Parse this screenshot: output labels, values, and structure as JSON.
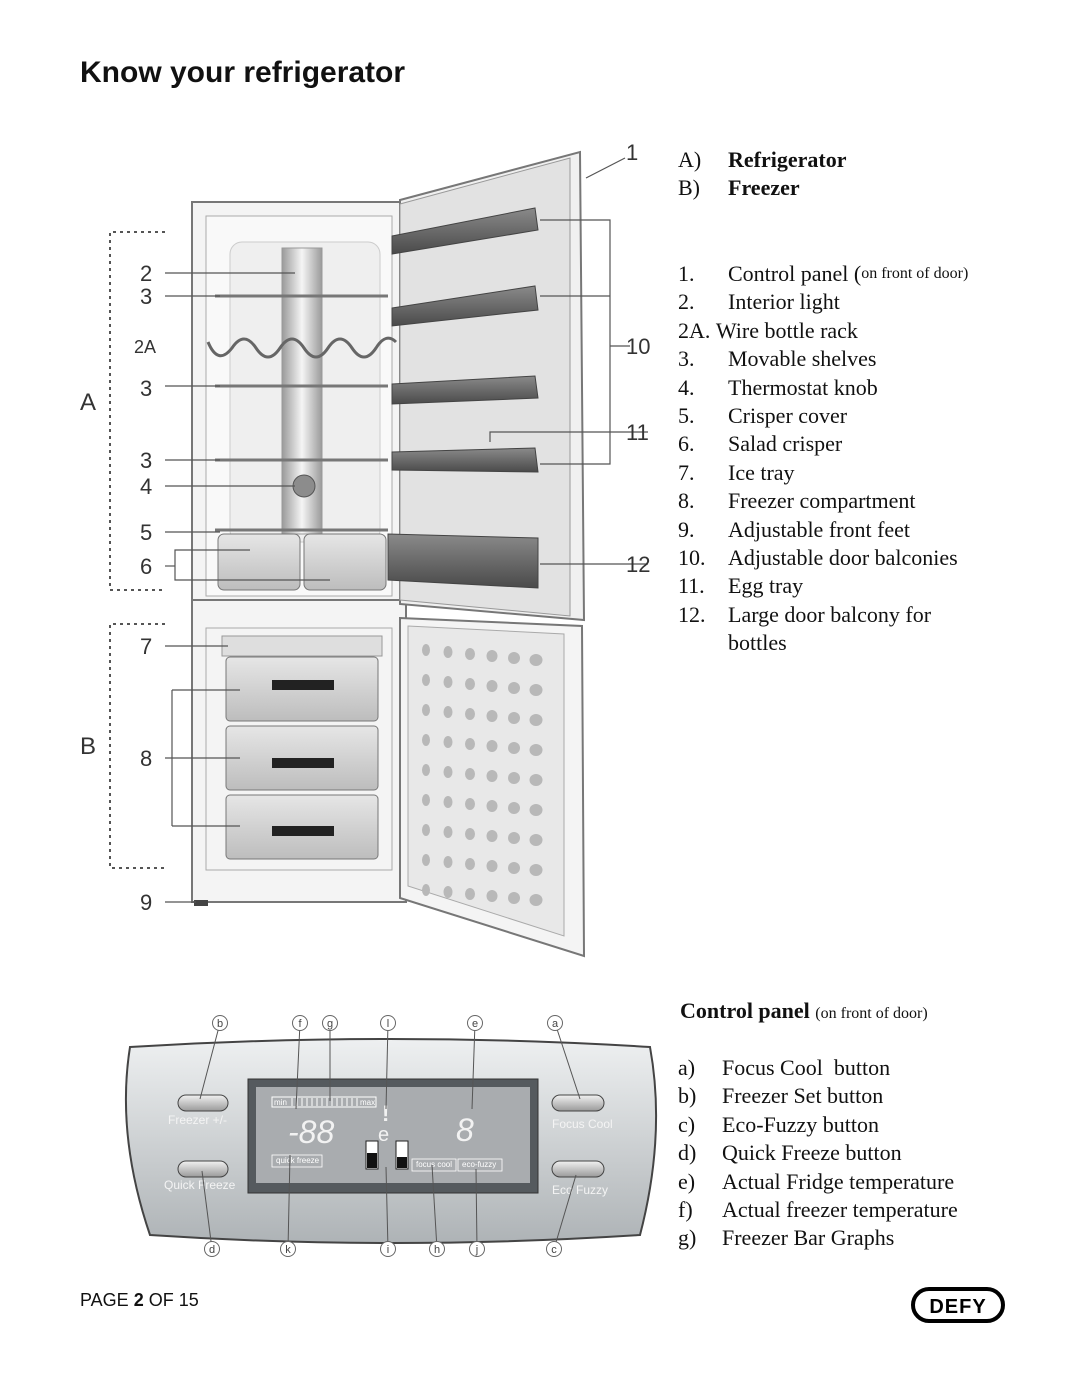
{
  "title": "Know your refrigerator",
  "sections": [
    {
      "key": "A)",
      "label": "Refrigerator"
    },
    {
      "key": "B)",
      "label": "Freezer"
    }
  ],
  "parts": [
    {
      "key": "1.",
      "label": "Control panel (",
      "note": "on front of door)"
    },
    {
      "key": "2.",
      "label": "Interior light"
    },
    {
      "key": "2A.",
      "label": "Wire bottle rack"
    },
    {
      "key": "3.",
      "label": "Movable shelves"
    },
    {
      "key": "4.",
      "label": "Thermostat knob"
    },
    {
      "key": "5.",
      "label": "Crisper cover"
    },
    {
      "key": "6.",
      "label": "Salad crisper"
    },
    {
      "key": "7.",
      "label": "Ice tray"
    },
    {
      "key": "8.",
      "label": "Freezer compartment"
    },
    {
      "key": "9.",
      "label": "Adjustable front feet"
    },
    {
      "key": "10.",
      "label": "Adjustable door balconies"
    },
    {
      "key": "11.",
      "label": "Egg tray"
    },
    {
      "key": "12.",
      "label": "Large door balcony for",
      "label2": "bottles"
    }
  ],
  "control_panel": {
    "title": "Control panel",
    "note": "(on front of door)",
    "items": [
      {
        "key": "a)",
        "label": "Focus Cool  button"
      },
      {
        "key": "b)",
        "label": "Freezer Set button"
      },
      {
        "key": "c)",
        "label": "Eco-Fuzzy button"
      },
      {
        "key": "d)",
        "label": "Quick Freeze button"
      },
      {
        "key": "e)",
        "label": "Actual Fridge temperature"
      },
      {
        "key": "f)",
        "label": "Actual freezer temperature"
      },
      {
        "key": "g)",
        "label": "Freezer Bar Graphs"
      }
    ]
  },
  "fridge_labels": {
    "n1": "1",
    "n2": "2",
    "n3": "3",
    "n2a": "2A",
    "n4": "4",
    "n5": "5",
    "n6": "6",
    "n7": "7",
    "n8": "8",
    "n9": "9",
    "n10": "10",
    "n11": "11",
    "n12": "12",
    "A": "A",
    "B": "B"
  },
  "panel_labels": {
    "top": [
      "b",
      "f",
      "g",
      "l",
      "e",
      "a"
    ],
    "bottom": [
      "d",
      "k",
      "i",
      "h",
      "j",
      "c"
    ],
    "freezer_btn": "Freezer +/-",
    "quick_btn": "Quick Freeze",
    "focus_btn": "Focus Cool",
    "eco_btn": "Eco Fuzzy",
    "min": "min",
    "max": "max",
    "freezer_digits": "-88",
    "fridge_digit": "8",
    "quick_tag": "quick freeze",
    "focus_tag": "focus cool",
    "eco_tag": "eco-fuzzy",
    "alarm": "!",
    "eco_symbol": "e"
  },
  "footer": {
    "page_prefix": "PAGE ",
    "page": "2",
    "page_suffix": " OF 15",
    "brand": "DEFY"
  },
  "colors": {
    "text": "#111111",
    "diagram_line": "#555555",
    "panel": "#cfd3d6",
    "display": "#a9acaf"
  }
}
